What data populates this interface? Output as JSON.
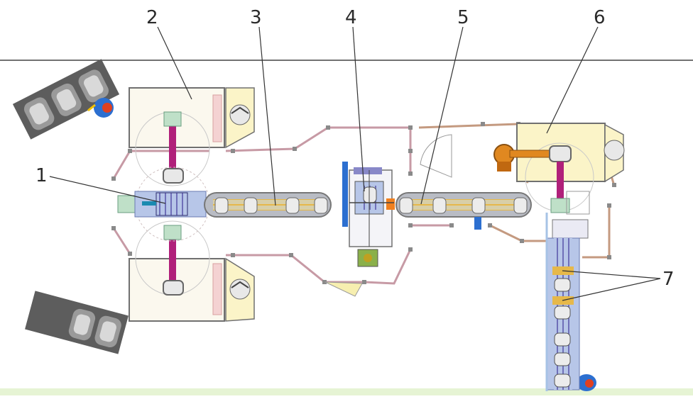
{
  "callouts": [
    {
      "id": "1",
      "label": "1"
    },
    {
      "id": "2",
      "label": "2"
    },
    {
      "id": "3",
      "label": "3"
    },
    {
      "id": "4",
      "label": "4"
    },
    {
      "id": "5",
      "label": "5"
    },
    {
      "id": "6",
      "label": "6"
    },
    {
      "id": "7",
      "label": "7"
    }
  ],
  "colors": {
    "conveyor": "#b9bcc4",
    "roller": "#f0c040",
    "rail": "#c79aa5",
    "transfer": "#b0207a",
    "cell_fill": "#fbf8ee",
    "side_chute": "#fbf4c8",
    "floor_band": "#e6f4d4",
    "vertical_line": "#a7c3e6"
  }
}
